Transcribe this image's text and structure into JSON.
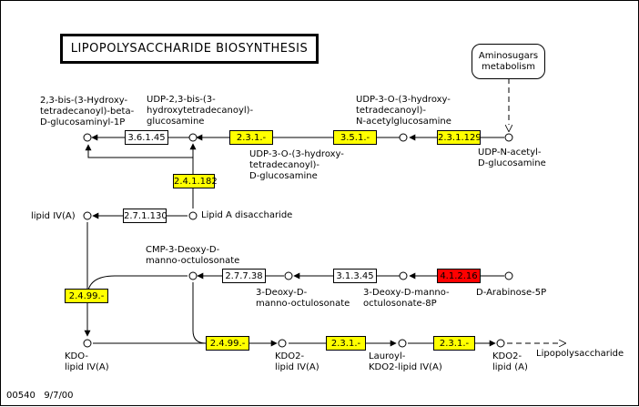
{
  "title": "LIPOPOLYSACCHARIDE BIOSYNTHESIS",
  "footer": "00540   9/7/00",
  "map_link": "Aminosugars\nmetabolism",
  "compounds": {
    "c_bis": "2,3-bis-(3-Hydroxy-\ntetradecanoyl)-beta-\nD-glucosaminyl-1P",
    "c_udp23": "UDP-2,3-bis-(3-\nhydroxytetradecanoyl)-\nglucosamine",
    "c_udp3o_n": "UDP-3-O-(3-hydroxy-\ntetradecanoyl)-\nN-acetylglucosamine",
    "c_udp3o_d": "UDP-3-O-(3-hydroxy-\ntetradecanoyl)-\nD-glucosamine",
    "c_udpn": "UDP-N-acetyl-\nD-glucosamine",
    "c_lipid4a": "lipid IV(A)",
    "c_lipidAdis": "Lipid A disaccharide",
    "c_cmp": "CMP-3-Deoxy-D-\nmanno-octulosonate",
    "c_3deoxy": "3-Deoxy-D-\nmanno-octulosonate",
    "c_3deoxy8p": "3-Deoxy-D-manno-\noctulosonate-8P",
    "c_arab": "D-Arabinose-5P",
    "c_kdo": "KDO-\nlipid IV(A)",
    "c_kdo2a": "KDO2-\nlipid IV(A)",
    "c_lauroyl": "Lauroyl-\nKDO2-lipid IV(A)",
    "c_kdo2b": "KDO2-\nlipid (A)",
    "c_lps": "Lipopolysaccharide"
  },
  "enzymes": {
    "e_3_6_1_45": "3.6.1.45",
    "e_2_3_1_a": "2.3.1.-",
    "e_3_5_1": "3.5.1.-",
    "e_2_3_1_129": "2.3.1.129",
    "e_2_4_1_182": "2.4.1.182",
    "e_2_7_1_130": "2.7.1.130",
    "e_2_7_7_38": "2.7.7.38",
    "e_3_1_3_45": "3.1.3.45",
    "e_4_1_2_16": "4.1.2.16",
    "e_2_4_99_a": "2.4.99.-",
    "e_2_4_99_b": "2.4.99.-",
    "e_2_3_1_b": "2.3.1.-",
    "e_2_3_1_c": "2.3.1.-"
  },
  "colors": {
    "present": "#ffff00",
    "highlight": "#ff0000",
    "absent": "#ffffff"
  }
}
